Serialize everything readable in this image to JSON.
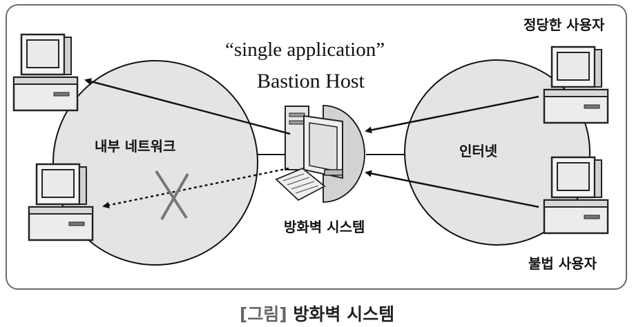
{
  "diagram": {
    "quote_line": "“single application”",
    "host_line": "Bastion Host",
    "internal_network": "내부 네트워크",
    "internet": "인터넷",
    "firewall_system": "방화벽 시스템",
    "legit_user": "정당한 사용자",
    "illegal_user": "불법 사용자"
  },
  "caption": {
    "tag": "[그림]",
    "title": "방화벽 시스템"
  },
  "colors": {
    "circle_fill": "#e4e4e4",
    "line": "#111111",
    "frame": "#6b6b6b"
  }
}
